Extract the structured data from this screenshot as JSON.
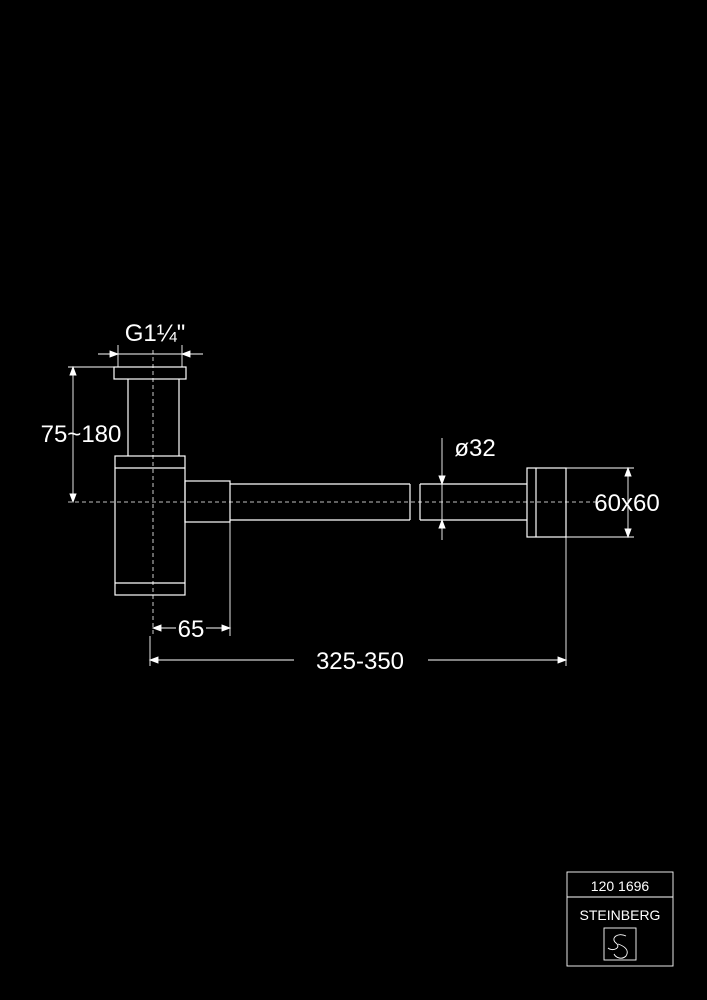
{
  "dimensions": {
    "thread": "G1¼\"",
    "height": "75~180",
    "pipe_diameter": "ø32",
    "rosette": "60x60",
    "offset": "65",
    "length": "325-350"
  },
  "title_block": {
    "article_number": "120 1696",
    "brand": "STEINBERG"
  },
  "colors": {
    "background": "#000000",
    "lines": "#ffffff"
  }
}
